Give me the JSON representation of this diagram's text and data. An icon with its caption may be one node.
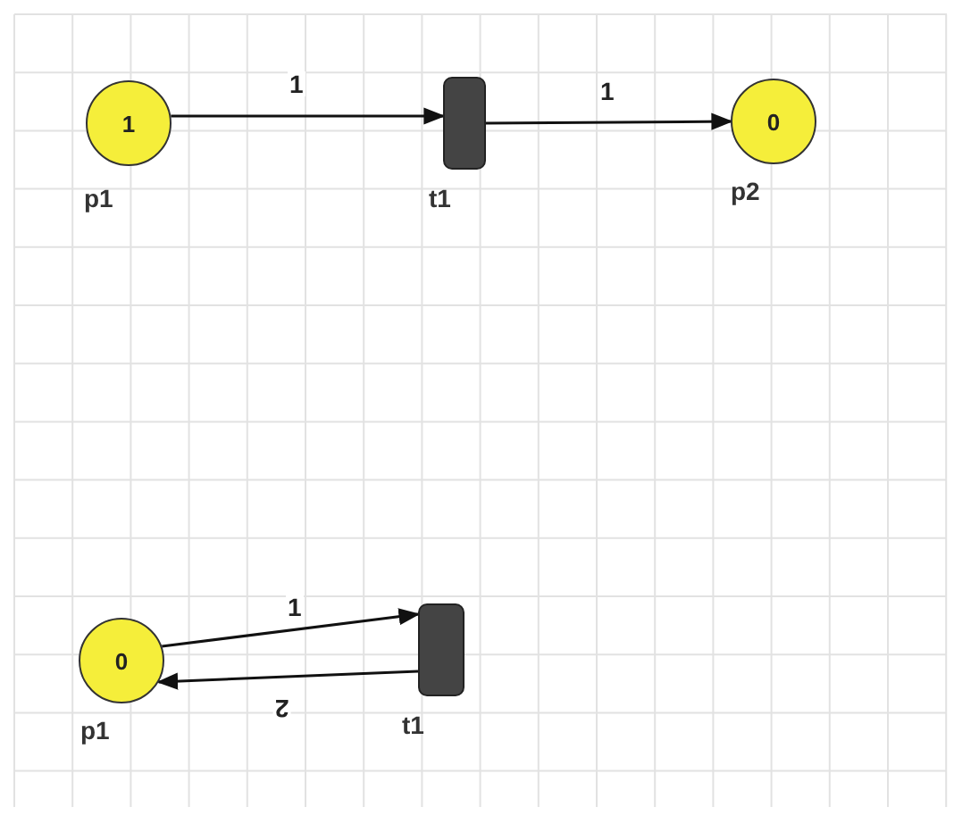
{
  "diagram": {
    "nodes": [
      {
        "text": [
          "1"
        ],
        "beside": [
          "p1"
        ]
      },
      {
        "text": [],
        "shape": "box",
        "beside": [
          "t1"
        ]
      },
      {
        "text": [
          "0"
        ],
        "beside": [
          "p2"
        ]
      },
      {
        "text": [
          "0"
        ],
        "beside": [
          "p1"
        ]
      },
      {
        "text": [],
        "shape": "box",
        "beside": [
          "t1"
        ]
      }
    ],
    "edges": [
      {
        "from": 0,
        "to": 1,
        "arrow": "to",
        "label": "1"
      },
      {
        "from": 1,
        "to": 2,
        "arrow": "to",
        "label": "1"
      },
      {
        "from": 3,
        "to": 4,
        "arrow": "to",
        "label": "1"
      },
      {
        "from": 4,
        "to": 3,
        "arrow": "to",
        "label": "2"
      }
    ]
  }
}
